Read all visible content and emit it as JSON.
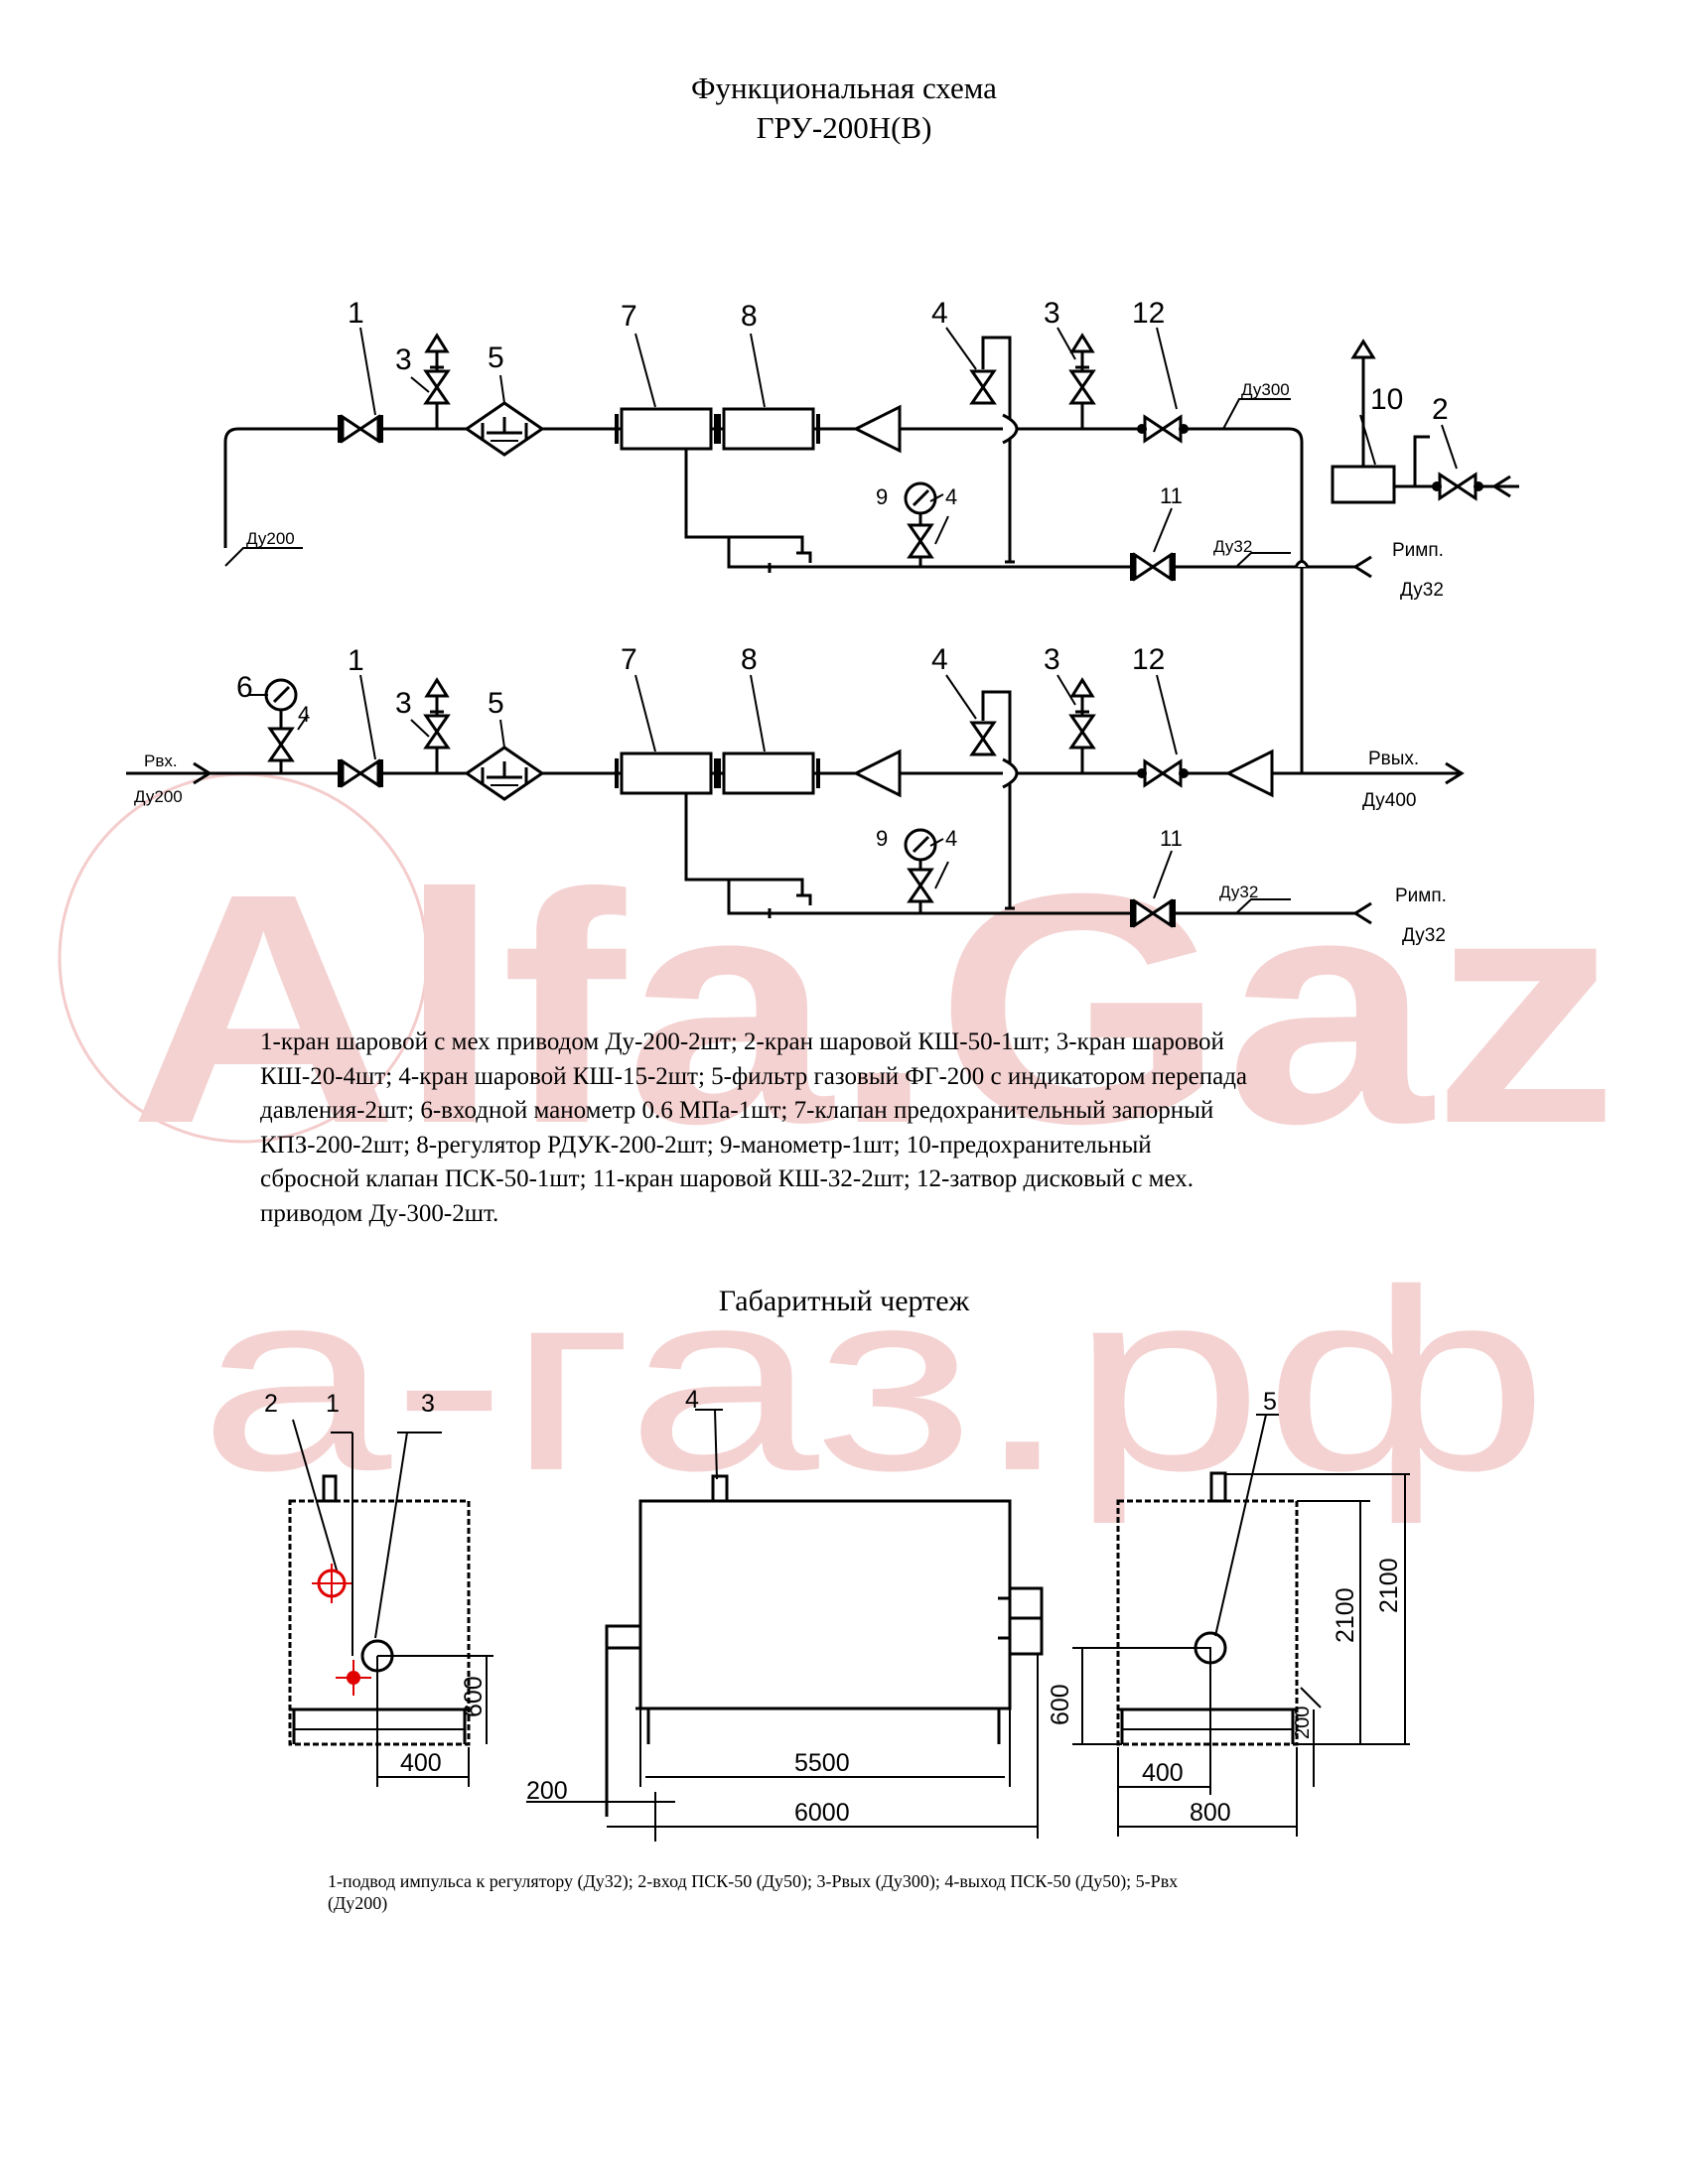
{
  "header": {
    "title_line1": "Функциональная схема",
    "title_line2": "ГРУ-200Н(В)"
  },
  "watermark": {
    "logo_text": "Alfa.Gaz",
    "site_text": "а-газ.рф",
    "color": "#f2c4c4"
  },
  "scheme": {
    "labels": {
      "n1_top": "1",
      "n3_top_a": "3",
      "n5_top": "5",
      "n7_top": "7",
      "n8_top": "8",
      "n4_top": "4",
      "n3_top_b": "3",
      "n12_top": "12",
      "n9_top": "9",
      "n4_top_small": "4",
      "n11_top": "11",
      "n10": "10",
      "n2": "2",
      "n6": "6",
      "n4_bot_in": "4",
      "n1_bot": "1",
      "n3_bot_a": "3",
      "n5_bot": "5",
      "n7_bot": "7",
      "n8_bot": "8",
      "n4_bot": "4",
      "n3_bot_b": "3",
      "n12_bot": "12",
      "n9_bot": "9",
      "n4_bot_small": "4",
      "n11_bot": "11"
    },
    "pipe_labels": {
      "du200_riser": "Ду200",
      "du300_top": "Ду300",
      "du32_top_line": "Ду32",
      "pimp_top": "Pимп.",
      "du32_top_end": "Ду32",
      "pin": "Pвх.",
      "du200_in": "Ду200",
      "pout": "Pвых.",
      "du400_out": "Ду400",
      "du32_bot_line": "Ду32",
      "pimp_bot": "Pимп.",
      "du32_bot_end": "Ду32"
    }
  },
  "legend_main": {
    "lines": [
      "1-кран шаровой с мех приводом Ду-200-2шт; 2-кран шаровой КШ-50-1шт; 3-кран шаровой",
      "КШ-20-4шт; 4-кран шаровой КШ-15-2шт; 5-фильтр газовый ФГ-200 с индикатором перепада",
      "давления-2шт; 6-входной манометр 0.6 МПа-1шт; 7-клапан предохранительный запорный",
      "КПЗ-200-2шт; 8-регулятор РДУК-200-2шт; 9-манометр-1шт; 10-предохранительный",
      "сбросной клапан ПСК-50-1шт; 11-кран шаровой КШ-32-2шт; 12-затвор дисковый с мех.",
      "приводом Ду-300-2шт."
    ]
  },
  "dimension_drawing": {
    "title": "Габаритный чертеж",
    "callouts": {
      "c2": "2",
      "c1": "1",
      "c3": "3",
      "c4": "4",
      "c5": "5"
    },
    "dims": {
      "left_600": "600",
      "left_400": "400",
      "mid_200": "200",
      "mid_5500": "5500",
      "mid_6000": "6000",
      "right_600": "600",
      "right_200": "200",
      "right_2100a": "2100",
      "right_2100b": "2100",
      "right_400": "400",
      "right_800": "800"
    },
    "note_lines": [
      "1-подвод импульса к регулятору (Ду32); 2-вход ПСК-50 (Ду50); 3-Pвых (Ду300); 4-выход ПСК-50 (Ду50); 5-Pвх",
      "(Ду200)"
    ]
  },
  "colors": {
    "line": "#000000",
    "marker_red": "#e00000"
  }
}
